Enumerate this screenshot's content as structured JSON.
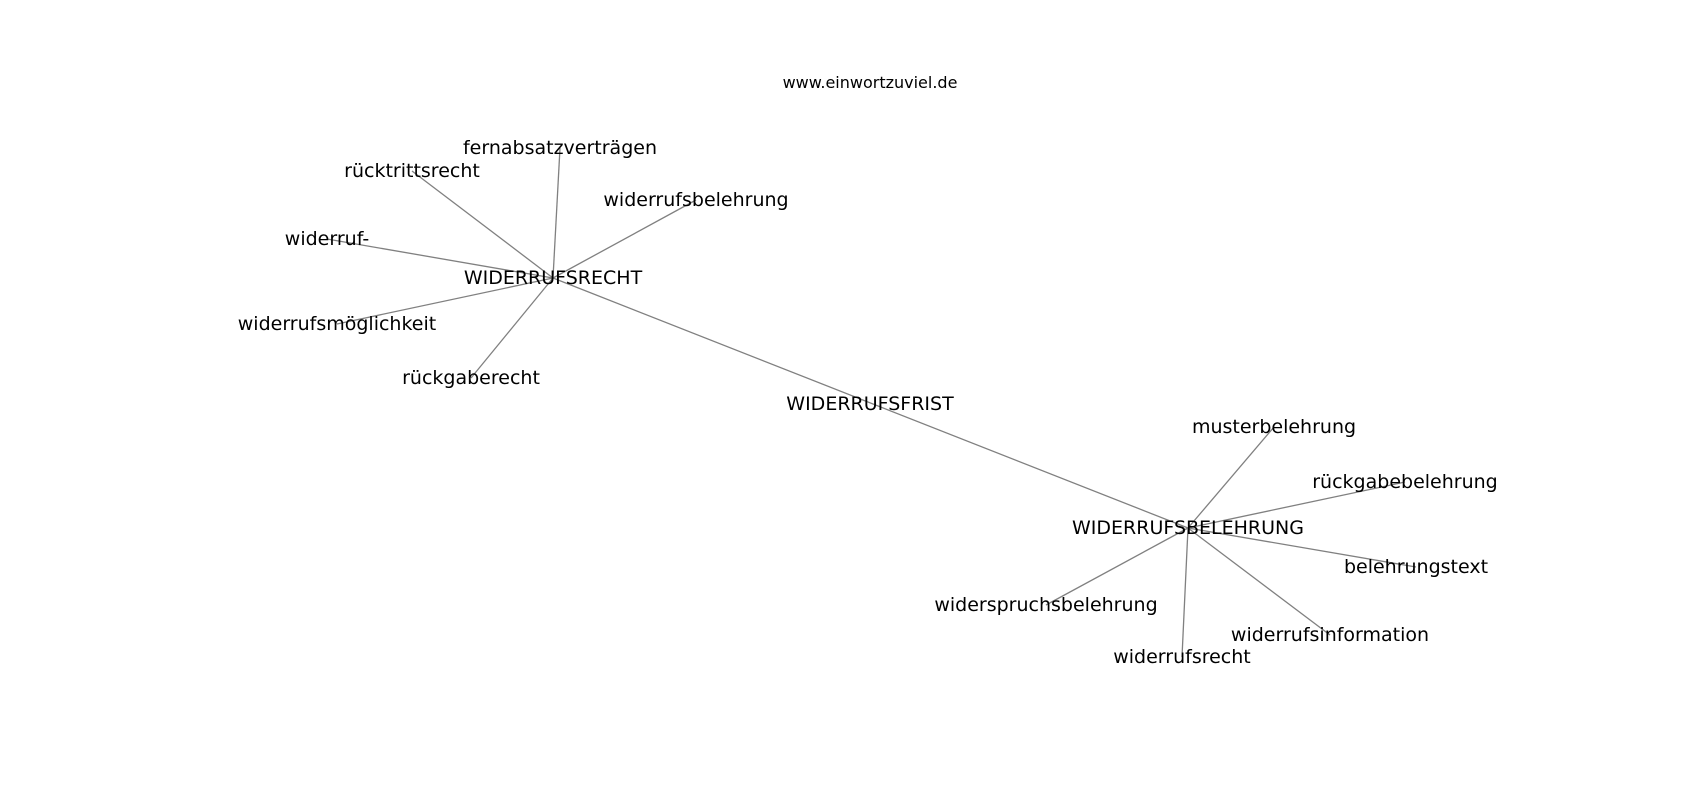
{
  "credit": "www.einwortzuviel.de",
  "style": {
    "edge_color": "#808080",
    "text_color": "#000000",
    "background": "#ffffff"
  },
  "nodes": [
    {
      "id": "widerrufsfrist",
      "label": "WIDERRUFSFRIST"
    },
    {
      "id": "widerrufsrecht_hub",
      "label": "WIDERRUFSRECHT"
    },
    {
      "id": "widerrufsbelehrung_hub",
      "label": "WIDERRUFSBELEHRUNG"
    },
    {
      "id": "fernabsatzvertraegen",
      "label": "fernabsatzverträgen"
    },
    {
      "id": "ruecktrittsrecht",
      "label": "rücktrittsrecht"
    },
    {
      "id": "widerrufsbelehrung",
      "label": "widerrufsbelehrung"
    },
    {
      "id": "widerruf",
      "label": "widerruf-"
    },
    {
      "id": "widerrufsmoeglichkeit",
      "label": "widerrufsmöglichkeit"
    },
    {
      "id": "rueckgaberecht",
      "label": "rückgaberecht"
    },
    {
      "id": "musterbelehrung",
      "label": "musterbelehrung"
    },
    {
      "id": "rueckgabebelehrung",
      "label": "rückgabebelehrung"
    },
    {
      "id": "belehrungstext",
      "label": "belehrungstext"
    },
    {
      "id": "widerspruchsbelehrung",
      "label": "widerspruchsbelehrung"
    },
    {
      "id": "widerrufsinformation",
      "label": "widerrufsinformation"
    },
    {
      "id": "widerrufsrecht",
      "label": "widerrufsrecht"
    }
  ],
  "edges": [
    [
      "widerrufsrecht_hub",
      "widerrufsbelehrung_hub"
    ],
    [
      "widerrufsrecht_hub",
      "fernabsatzvertraegen"
    ],
    [
      "widerrufsrecht_hub",
      "ruecktrittsrecht"
    ],
    [
      "widerrufsrecht_hub",
      "widerrufsbelehrung"
    ],
    [
      "widerrufsrecht_hub",
      "widerruf"
    ],
    [
      "widerrufsrecht_hub",
      "widerrufsmoeglichkeit"
    ],
    [
      "widerrufsrecht_hub",
      "rueckgaberecht"
    ],
    [
      "widerrufsbelehrung_hub",
      "musterbelehrung"
    ],
    [
      "widerrufsbelehrung_hub",
      "rueckgabebelehrung"
    ],
    [
      "widerrufsbelehrung_hub",
      "belehrungstext"
    ],
    [
      "widerrufsbelehrung_hub",
      "widerspruchsbelehrung"
    ],
    [
      "widerrufsbelehrung_hub",
      "widerrufsinformation"
    ],
    [
      "widerrufsbelehrung_hub",
      "widerrufsrecht"
    ]
  ]
}
